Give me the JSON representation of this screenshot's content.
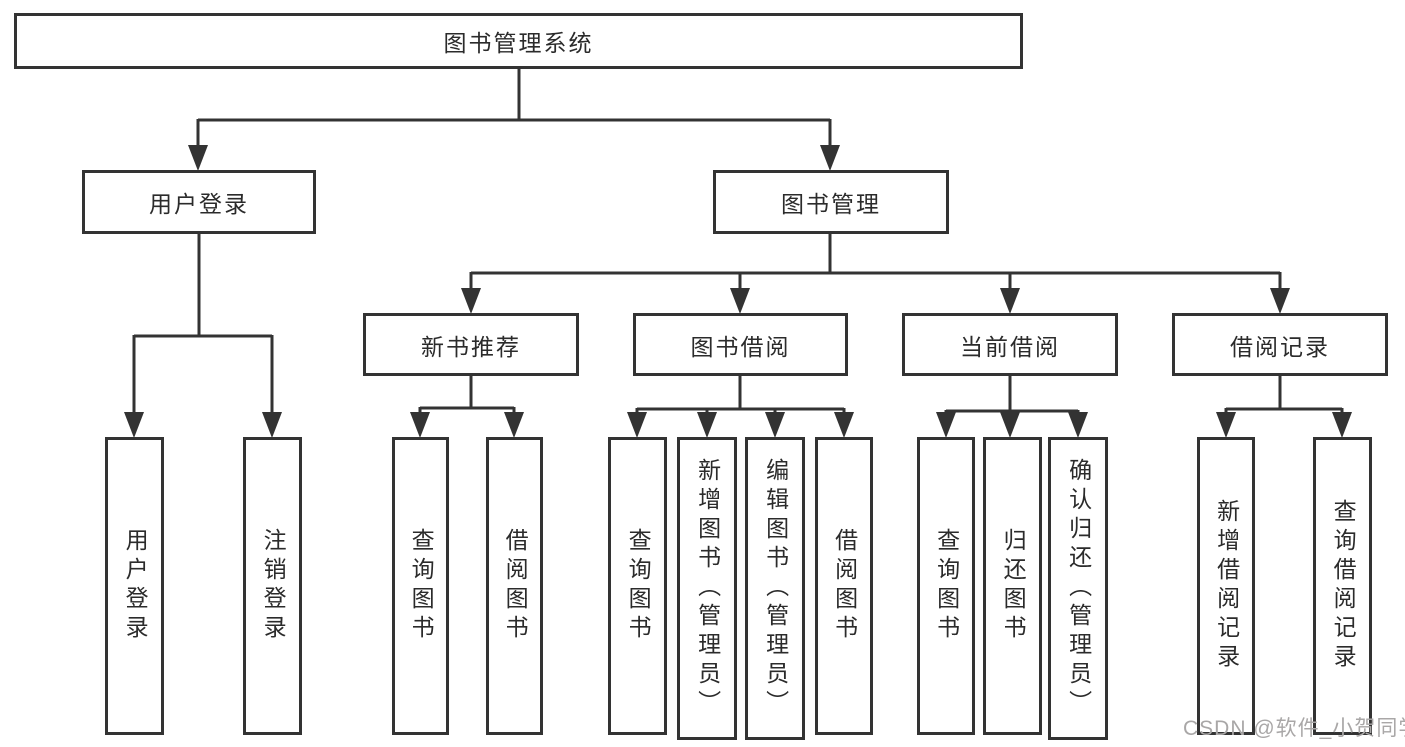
{
  "diagram": {
    "title": "图书管理系统",
    "branches": [
      {
        "label": "用户登录",
        "children": [
          {
            "label": "用户登录"
          },
          {
            "label": "注销登录"
          }
        ]
      },
      {
        "label": "图书管理",
        "children": [
          {
            "label": "新书推荐",
            "children": [
              {
                "label": "查询图书"
              },
              {
                "label": "借阅图书"
              }
            ]
          },
          {
            "label": "图书借阅",
            "children": [
              {
                "label": "查询图书"
              },
              {
                "label": "新增图书（管理员）"
              },
              {
                "label": "编辑图书（管理员）"
              },
              {
                "label": "借阅图书"
              }
            ]
          },
          {
            "label": "当前借阅",
            "children": [
              {
                "label": "查询图书"
              },
              {
                "label": "归还图书"
              },
              {
                "label": "确认归还（管理员）"
              }
            ]
          },
          {
            "label": "借阅记录",
            "children": [
              {
                "label": "新增借阅记录"
              },
              {
                "label": "查询借阅记录"
              }
            ]
          }
        ]
      }
    ]
  },
  "watermark": {
    "text": "CSDN @软件_小贺同学"
  },
  "colors": {
    "line": "#333333",
    "text": "#2b2b2b",
    "background": "#ffffff",
    "watermark": "#a9a7a7"
  }
}
